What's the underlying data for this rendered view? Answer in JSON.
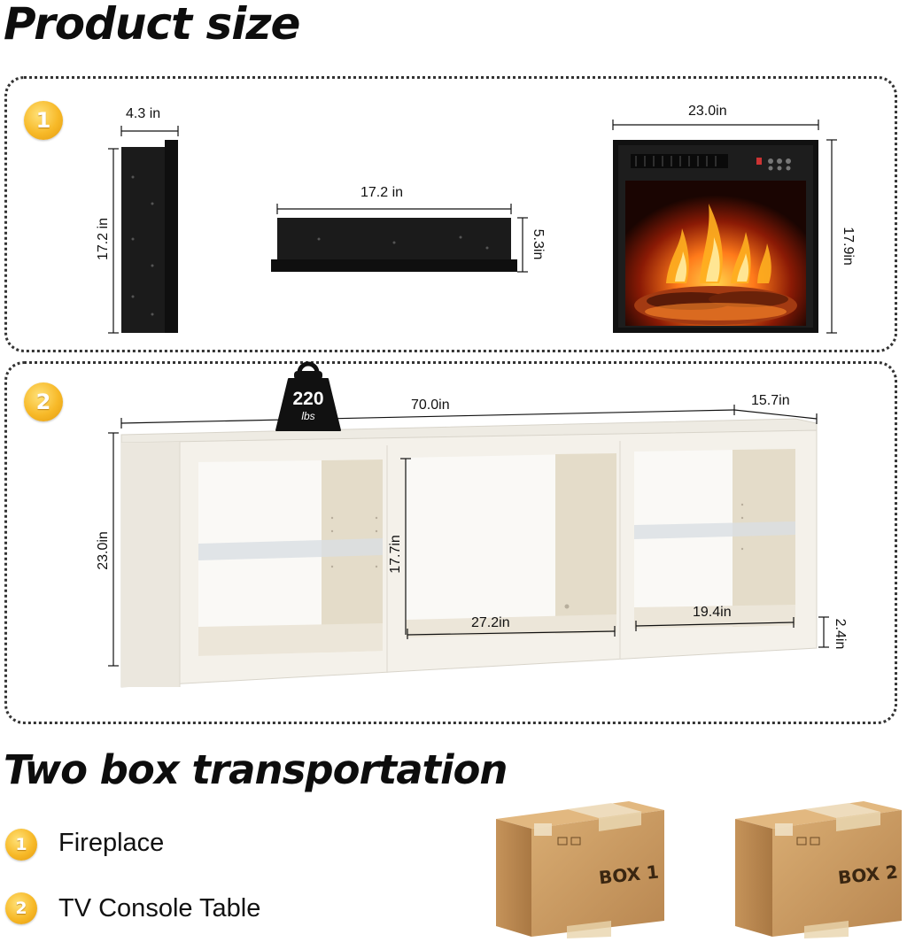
{
  "heading_product_size": "Product size",
  "heading_transport": "Two box transportation",
  "section1": {
    "badge": "1",
    "panel_width": "4.3 in",
    "panel_height": "17.2 in",
    "top_width": "17.2 in",
    "top_height": "5.3in",
    "front_width": "23.0in",
    "front_height": "17.9in"
  },
  "section2": {
    "badge": "2",
    "weight_value": "220",
    "weight_unit": "lbs",
    "length": "70.0in",
    "depth": "15.7in",
    "height": "23.0in",
    "opening_height": "17.7in",
    "opening_width": "27.2in",
    "side_width": "19.4in",
    "base_height": "2.4in"
  },
  "transport": {
    "items": [
      {
        "num": "1",
        "label": "Fireplace"
      },
      {
        "num": "2",
        "label": "TV Console Table"
      }
    ],
    "boxes": [
      "BOX 1",
      "BOX 2"
    ]
  },
  "colors": {
    "badge_gold": "#f7b928",
    "box_cardboard": "#c79a62",
    "console_white": "#f4f1ea",
    "fire_orange": "#ff7a1a"
  }
}
